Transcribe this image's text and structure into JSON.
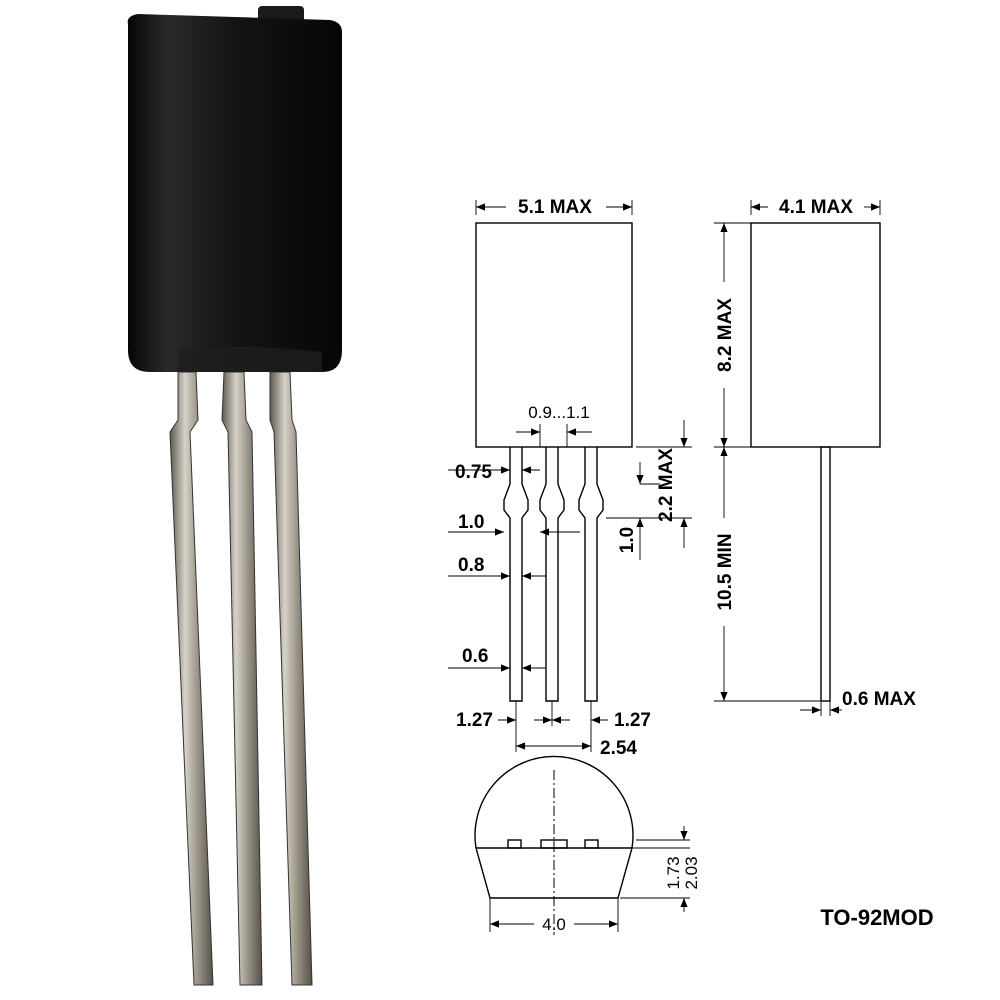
{
  "package_name": "TO-92MOD",
  "dimensions": {
    "body_width": "5.1 MAX",
    "body_depth": "4.1 MAX",
    "body_height": "8.2 MAX",
    "lead_length": "10.5 MIN",
    "lead_thickness": "0.6 MAX",
    "standoff_height": "2.2 MAX",
    "kink_length": "1.0",
    "lead_width_top": "0.75",
    "lead_width_kink": "1.0",
    "lead_width_mid": "0.8",
    "lead_width_bottom": "0.6",
    "center_lead_spacing": "0.9...1.1",
    "pitch_left": "1.27",
    "pitch_right": "1.27",
    "pitch_total": "2.54",
    "flat_to_base": "1.73",
    "flat_total": "2.03",
    "base_width": "4.0"
  },
  "colors": {
    "ink": "#000000",
    "body_dark": "#111111",
    "lead_metal": "#9a9488"
  }
}
